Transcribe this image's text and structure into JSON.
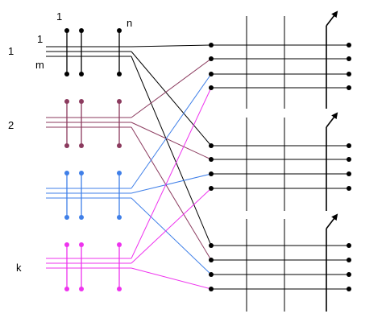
{
  "labels": {
    "group_first": "1",
    "group_second": "2",
    "group_last": "k",
    "line_first": "1",
    "line_last": "m",
    "column_first": "1",
    "column_last": "n"
  },
  "colors": {
    "group_1": "#000000",
    "group_2": "#8b3a5e",
    "group_3": "#3f7fe8",
    "group_4": "#ee33ee",
    "grid": "#000000"
  },
  "icons": {
    "switch_arrow": "arrow-up-right-icon",
    "node": "dot-icon"
  }
}
